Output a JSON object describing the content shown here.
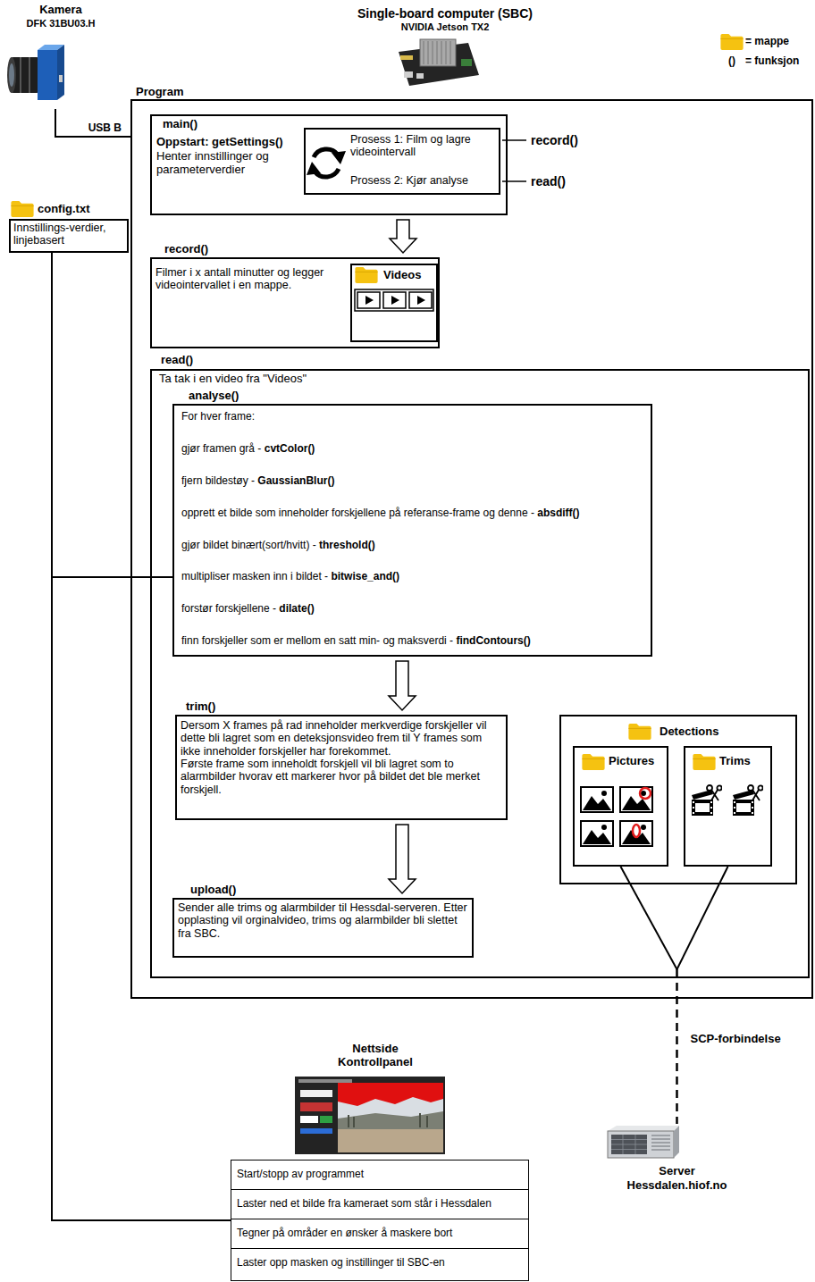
{
  "diagram": {
    "nodes": [
      {
        "text": [
          "Kamera",
          "DFK 31BU03.H"
        ]
      },
      {
        "text": [
          "Program"
        ]
      },
      {
        "text": [
          "main()",
          "Oppstart: getSettings()",
          "Henter innstillinger og parameterverdier"
        ],
        "in": 1
      },
      {
        "text": [
          "Prosess 1: Film og lagre videointervall",
          "Prosess 2: Kjør analyse"
        ],
        "in": 2
      },
      {
        "text": [
          "record()",
          "Filmer i x antall minutter og legger videointervallet i en mappe."
        ],
        "in": 1
      },
      {
        "text": [
          "Videos"
        ],
        "in": 4
      },
      {
        "text": [
          "read()",
          "Ta tak i en video fra \"Videos\""
        ],
        "in": 1
      },
      {
        "text": [
          "analyse()",
          "For hver frame:",
          "gjør framen grå - cvtColor()",
          "fjern bildestøy - GaussianBlur()",
          "opprett et bilde som inneholder forskjellene på referanse-frame og denne - absdiff()",
          "gjør bildet binært(sort/hvitt) - threshold()",
          "multipliser masken inn i bildet - bitwise_and()",
          "forstør forskjellene - dilate()",
          "finn forskjeller som er mellom en satt min- og maksverdi - findContours()"
        ],
        "in": 6
      },
      {
        "text": [
          "trim()",
          "Dersom X frames på rad inneholder merkverdige forskjeller vil dette bli lagret som en deteksjonsvideo frem til Y frames som ikke inneholder forskjeller har forekommet.",
          "Første frame som inneholdt forskjell vil bli lagret som to alarmbilder hvorav ett markerer hvor på bildet det ble merket forskjell."
        ],
        "in": 6
      },
      {
        "text": [
          "upload()",
          "Sender alle trims og alarmbilder til Hessdal-serveren. Etter opplasting vil orginalvideo, trims og alarmbilder bli slettet fra SBC."
        ],
        "in": 6
      },
      {
        "text": [
          "Detections"
        ],
        "in": 6
      },
      {
        "text": [
          "Pictures"
        ],
        "in": 10
      },
      {
        "text": [
          "Trims"
        ],
        "in": 10
      },
      {
        "text": [
          "config.txt",
          "Innstillings-verdier, linjebasert"
        ]
      },
      {
        "text": [
          "Nettside Kontrollpanel",
          "Start/stopp av programmet",
          "Laster ned et bilde fra kameraet som står i Hessdalen",
          "Tegner på områder en ønsker å maskere bort",
          "Laster opp masken og instillinger til SBC-en"
        ]
      },
      {
        "text": [
          "Server",
          "Hessdalen.hiof.no"
        ]
      }
    ],
    "edges": [
      {
        "from": 0,
        "to": 1,
        "label": "USB B",
        "arrow": "none"
      },
      {
        "from": 2,
        "to": 4,
        "arrow": "to"
      },
      {
        "from": 7,
        "to": 8,
        "arrow": "to"
      },
      {
        "from": 8,
        "to": 9,
        "arrow": "to"
      },
      {
        "from": 11,
        "to": 15,
        "label": "SCP-forbindelse",
        "arrow": "none"
      },
      {
        "from": 12,
        "to": 15,
        "arrow": "none"
      },
      {
        "from": 13,
        "to": 7,
        "arrow": "none"
      },
      {
        "from": 13,
        "to": 14,
        "arrow": "none"
      }
    ],
    "labels": [
      "Single-board computer (SBC)",
      "NVIDIA Jetson TX2",
      "()",
      "record()",
      "read()"
    ],
    "legend": [
      {
        "text": "= mappe"
      },
      {
        "text": "= funksjon"
      }
    ]
  }
}
